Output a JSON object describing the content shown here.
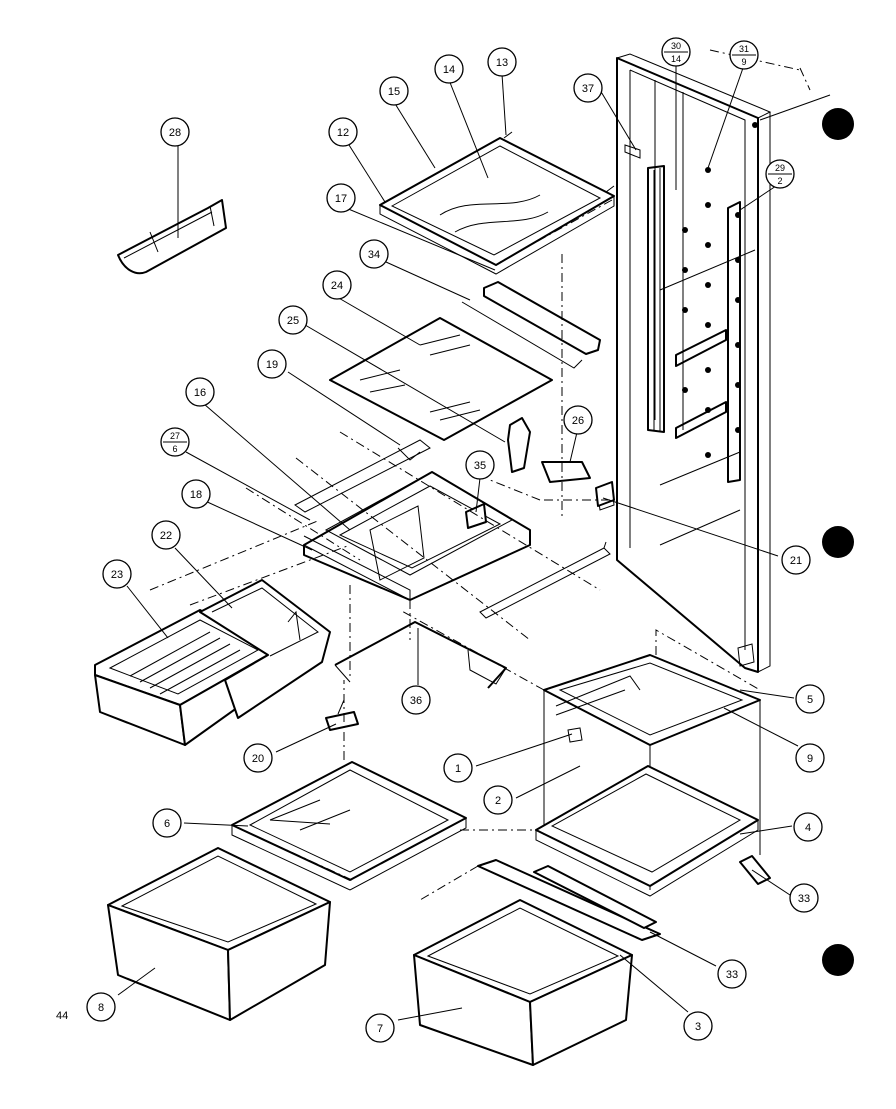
{
  "page_number": "44",
  "callouts": {
    "c28": "28",
    "c15": "15",
    "c14": "14",
    "c13": "13",
    "c12": "12",
    "c17": "17",
    "c34": "34",
    "c24": "24",
    "c25": "25",
    "c19": "19",
    "c16": "16",
    "c27": "27",
    "c27b": "6",
    "c18": "18",
    "c22": "22",
    "c23": "23",
    "c35": "35",
    "c26": "26",
    "c21": "21",
    "c36": "36",
    "c20": "20",
    "c37": "37",
    "c30": "30",
    "c30b": "14",
    "c31": "31",
    "c31b": "9",
    "c29": "29",
    "c29b": "2",
    "c5": "5",
    "c9": "9",
    "c1": "1",
    "c2": "2",
    "c4": "4",
    "c33a": "33",
    "c33b": "33",
    "c6": "6",
    "c8": "8",
    "c7": "7",
    "c3": "3"
  }
}
